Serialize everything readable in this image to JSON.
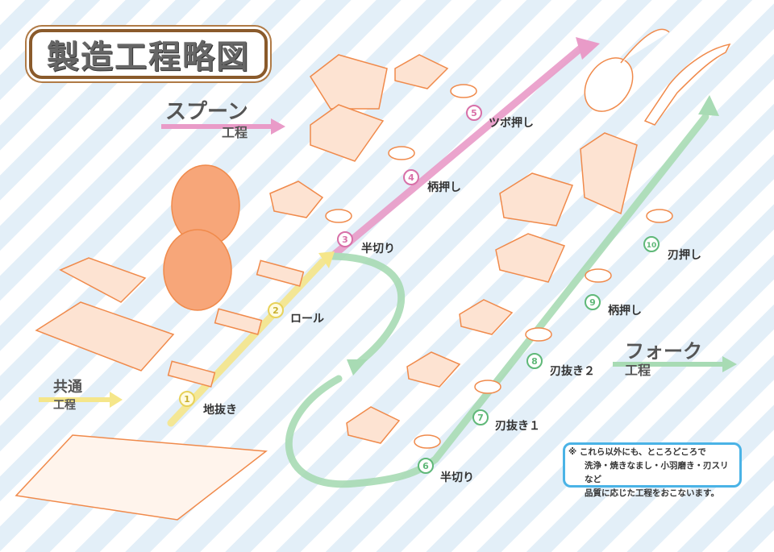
{
  "title": "製造工程略図",
  "processes": {
    "common": {
      "line1": "共通",
      "line2": "工程"
    },
    "spoon": {
      "line1": "スプーン",
      "line2": "工程"
    },
    "fork": {
      "line1": "フォーク",
      "line2": "工程"
    }
  },
  "steps": [
    {
      "num": "1",
      "label": "地抜き"
    },
    {
      "num": "2",
      "label": "ロール"
    },
    {
      "num": "3",
      "label": "半切り"
    },
    {
      "num": "4",
      "label": "柄押し"
    },
    {
      "num": "5",
      "label": "ツボ押し"
    },
    {
      "num": "6",
      "label": "半切り"
    },
    {
      "num": "7",
      "label": "刃抜き１"
    },
    {
      "num": "8",
      "label": "刃抜き２"
    },
    {
      "num": "9",
      "label": "柄押し"
    },
    {
      "num": "10",
      "label": "刃押し"
    }
  ],
  "note": {
    "line1": "※ これら以外にも、ところどころで",
    "line2": "洗浄・焼きなまし・小羽磨き・刃スリ など",
    "line3": "品質に応じた工程をおこないます。"
  },
  "colors": {
    "common": "#f5e68a",
    "spoon": "#e99bc8",
    "fork": "#a8dbb4",
    "part": "#f08a4b",
    "note_border": "#4ab3e6"
  }
}
